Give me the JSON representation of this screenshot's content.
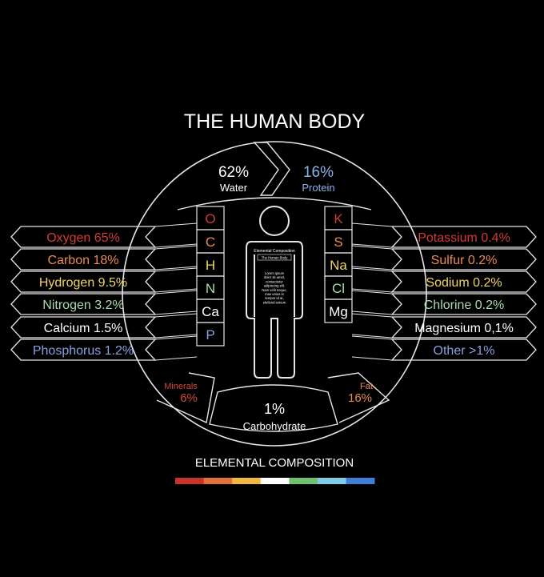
{
  "title": "THE HUMAN BODY",
  "footer": "ELEMENTAL COMPOSITION",
  "colors": {
    "line": "#e6e6e6",
    "red": "#c8342c",
    "orange": "#e2703a",
    "yellow": "#f0cf58",
    "white": "#ffffff",
    "green": "#9fd7a0",
    "light_blue": "#9ad6ee",
    "blue": "#7f95d6"
  },
  "composition": {
    "water": {
      "value": "62%",
      "label": "Water"
    },
    "protein": {
      "value": "16%",
      "label": "Protein"
    },
    "minerals": {
      "value": "6%",
      "label": "Minerals"
    },
    "fat": {
      "value": "16%",
      "label": "Fat"
    },
    "carbohydrate": {
      "value": "1%",
      "label": "Carbohydrate"
    }
  },
  "left_elements": [
    {
      "label": "Oxygen 65%",
      "symbol": "O",
      "color": "#d23a33"
    },
    {
      "label": "Carbon 18%",
      "symbol": "C",
      "color": "#e98a55"
    },
    {
      "label": "Hydrogen 9.5%",
      "symbol": "H",
      "color": "#f2d36a"
    },
    {
      "label": "Nitrogen 3.2%",
      "symbol": "N",
      "color": "#a8dcae"
    },
    {
      "label": "Calcium 1.5%",
      "symbol": "Ca",
      "color": "#ffffff"
    },
    {
      "label": "Phosphorus 1.2%",
      "symbol": "P",
      "color": "#8aa0e0"
    }
  ],
  "right_elements": [
    {
      "label": "Potassium 0.4%",
      "symbol": "K",
      "color": "#d23a33"
    },
    {
      "label": "Sulfur 0.2%",
      "symbol": "S",
      "color": "#e98a55"
    },
    {
      "label": "Sodium 0.2%",
      "symbol": "Na",
      "color": "#f2d36a"
    },
    {
      "label": "Chlorine 0.2%",
      "symbol": "Cl",
      "color": "#a8dcae"
    },
    {
      "label": "Magnesium 0,1%",
      "symbol": "Mg",
      "color": "#ffffff"
    },
    {
      "label": "Other >1%",
      "symbol": "",
      "color": "#8aa0e0"
    }
  ],
  "body_figure": {
    "heading": "Elemental Composition",
    "subheading": "The Human Body",
    "text_lines": [
      "Lorem ipsum",
      "dolor sit amet,",
      "consectetur",
      "adipiscing elit.",
      "Nam velit neque,",
      "max umus in",
      "tempor id at,",
      "eleifend entium"
    ]
  },
  "color_bar": [
    "#c8342c",
    "#e2703a",
    "#f0b840",
    "#ffffff",
    "#6fc06f",
    "#7fcde8",
    "#3f7fd8"
  ]
}
